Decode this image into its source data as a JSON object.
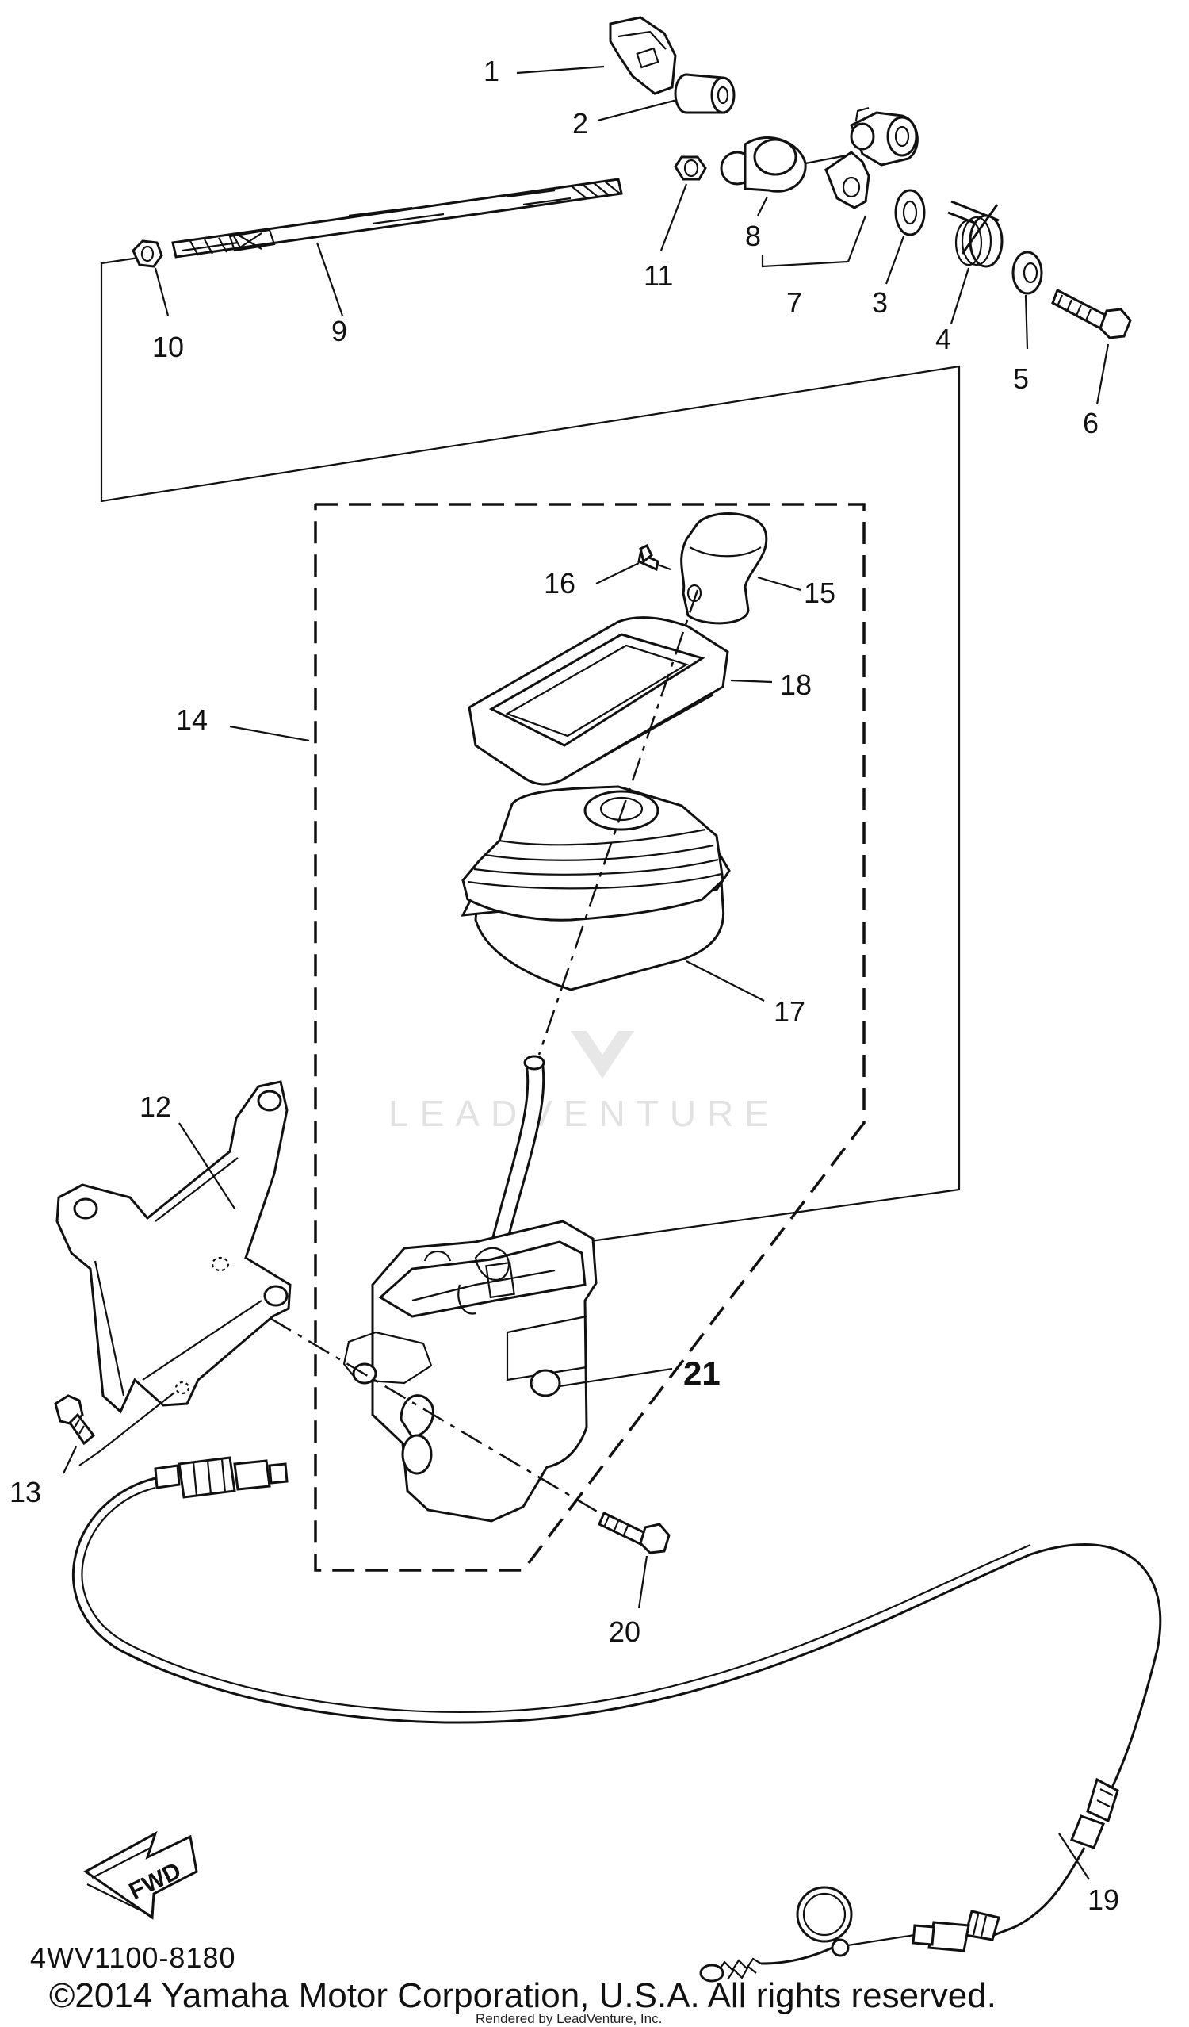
{
  "diagram": {
    "callouts": [
      "1",
      "2",
      "3",
      "4",
      "5",
      "6",
      "7",
      "8",
      "9",
      "10",
      "11",
      "12",
      "13",
      "14",
      "15",
      "16",
      "17",
      "18",
      "19",
      "20",
      "21"
    ],
    "fwd_label": "FWD",
    "watermark": "LEADVENTURE"
  },
  "footer": {
    "doc_code": "4WV1100-8180",
    "copyright": "©2014 Yamaha Motor Corporation, U.S.A. All rights reserved.",
    "rendered_by": "Rendered by LeadVenture, Inc."
  }
}
